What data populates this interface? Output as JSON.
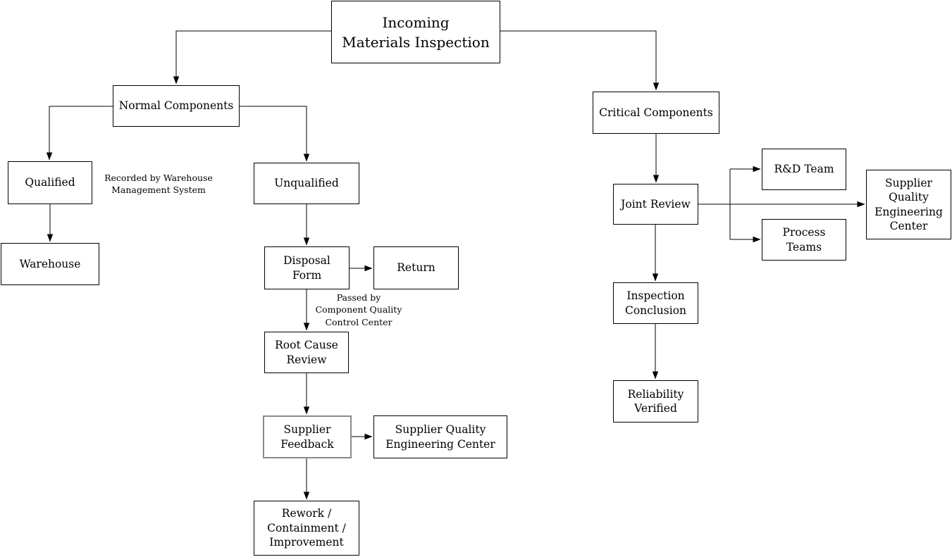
{
  "diagram": {
    "type": "flowchart",
    "colors": {
      "background": "#ffffff",
      "line": "#000000",
      "box_fill": "#ffffff",
      "box_border": "#000000",
      "highlight_border": "#8a8a8a"
    },
    "nodes": {
      "incoming": "Incoming\nMaterials Inspection",
      "normal": "Normal Components",
      "critical": "Critical Components",
      "qualified": "Qualified",
      "unqualified": "Unqualified",
      "warehouse": "Warehouse",
      "disposal": "Disposal\nForm",
      "return": "Return",
      "root_cause": "Root Cause\nReview",
      "supplier_feedback": "Supplier\nFeedback",
      "sqec_left": "Supplier Quality\nEngineering Center",
      "rework": "Rework /\nContainment /\nImprovement",
      "joint": "Joint Review",
      "rd_team": "R&D Team",
      "process_teams": "Process\nTeams",
      "sqec_right": "Supplier\nQuality\nEngineering\nCenter",
      "inspection": "Inspection\nConclusion",
      "reliability": "Reliability\nVerified"
    },
    "annotations": {
      "recorded": "Recorded by Warehouse\nManagement System",
      "passed": "Passed by\nComponent Quality\nControl Center"
    },
    "edges": [
      "incoming -> normal",
      "incoming -> critical",
      "normal -> qualified",
      "normal -> unqualified",
      "qualified -> warehouse",
      "unqualified -> disposal",
      "disposal -> return",
      "disposal -> root_cause",
      "root_cause -> supplier_feedback",
      "supplier_feedback -> sqec_left",
      "supplier_feedback -> rework",
      "critical -> joint",
      "joint -> rd_team",
      "joint -> process_teams",
      "joint -> sqec_right",
      "joint -> inspection",
      "inspection -> reliability"
    ]
  }
}
